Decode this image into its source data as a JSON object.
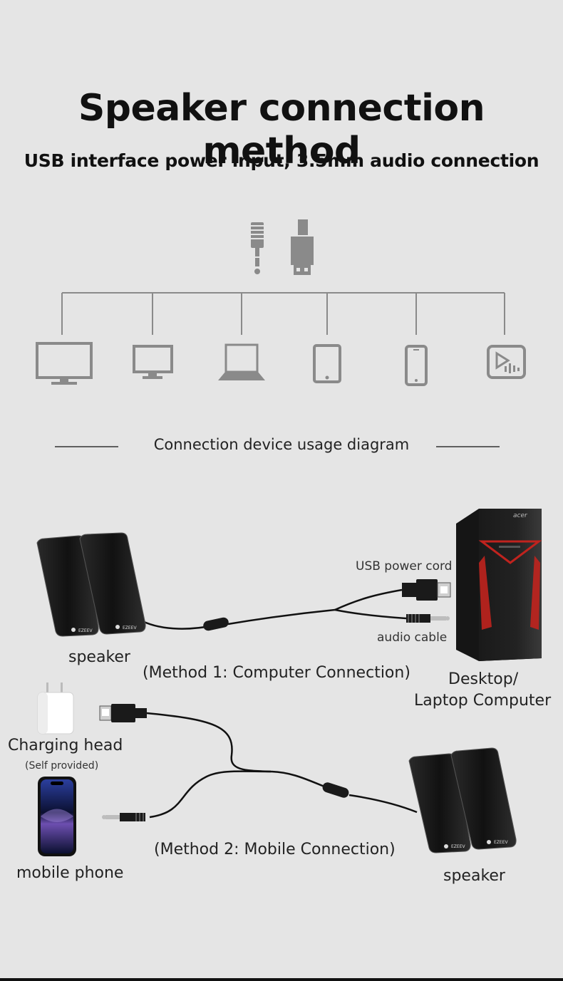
{
  "header": {
    "title": "Speaker connection method",
    "subtitle": "USB interface power input, 3.5mm audio connection"
  },
  "connectors": [
    {
      "icon": "audio-jack-icon"
    },
    {
      "icon": "usb-plug-icon"
    }
  ],
  "devices": [
    {
      "icon": "tv-icon"
    },
    {
      "icon": "desktop-monitor-icon"
    },
    {
      "icon": "laptop-icon"
    },
    {
      "icon": "tablet-icon"
    },
    {
      "icon": "smartphone-icon"
    },
    {
      "icon": "media-player-icon"
    }
  ],
  "diagram_label": "Connection device usage diagram",
  "method1": {
    "caption": "(Method 1: Computer Connection)",
    "speaker_label": "speaker",
    "usb_label": "USB power cord",
    "audio_label": "audio cable",
    "computer_label_line1": "Desktop/",
    "computer_label_line2": "Laptop Computer",
    "computer_brand": "acer",
    "speaker_brand": "EZEEV"
  },
  "method2": {
    "caption": "(Method 2: Mobile Connection)",
    "charger_label": "Charging head",
    "charger_note": "(Self provided)",
    "phone_label": "mobile phone",
    "speaker_label": "speaker",
    "speaker_brand": "EZEEV"
  },
  "colors": {
    "background": "#e5e5e5",
    "icon_gray": "#8a8a8a",
    "text": "#111111",
    "accent_red": "#c0231e"
  }
}
